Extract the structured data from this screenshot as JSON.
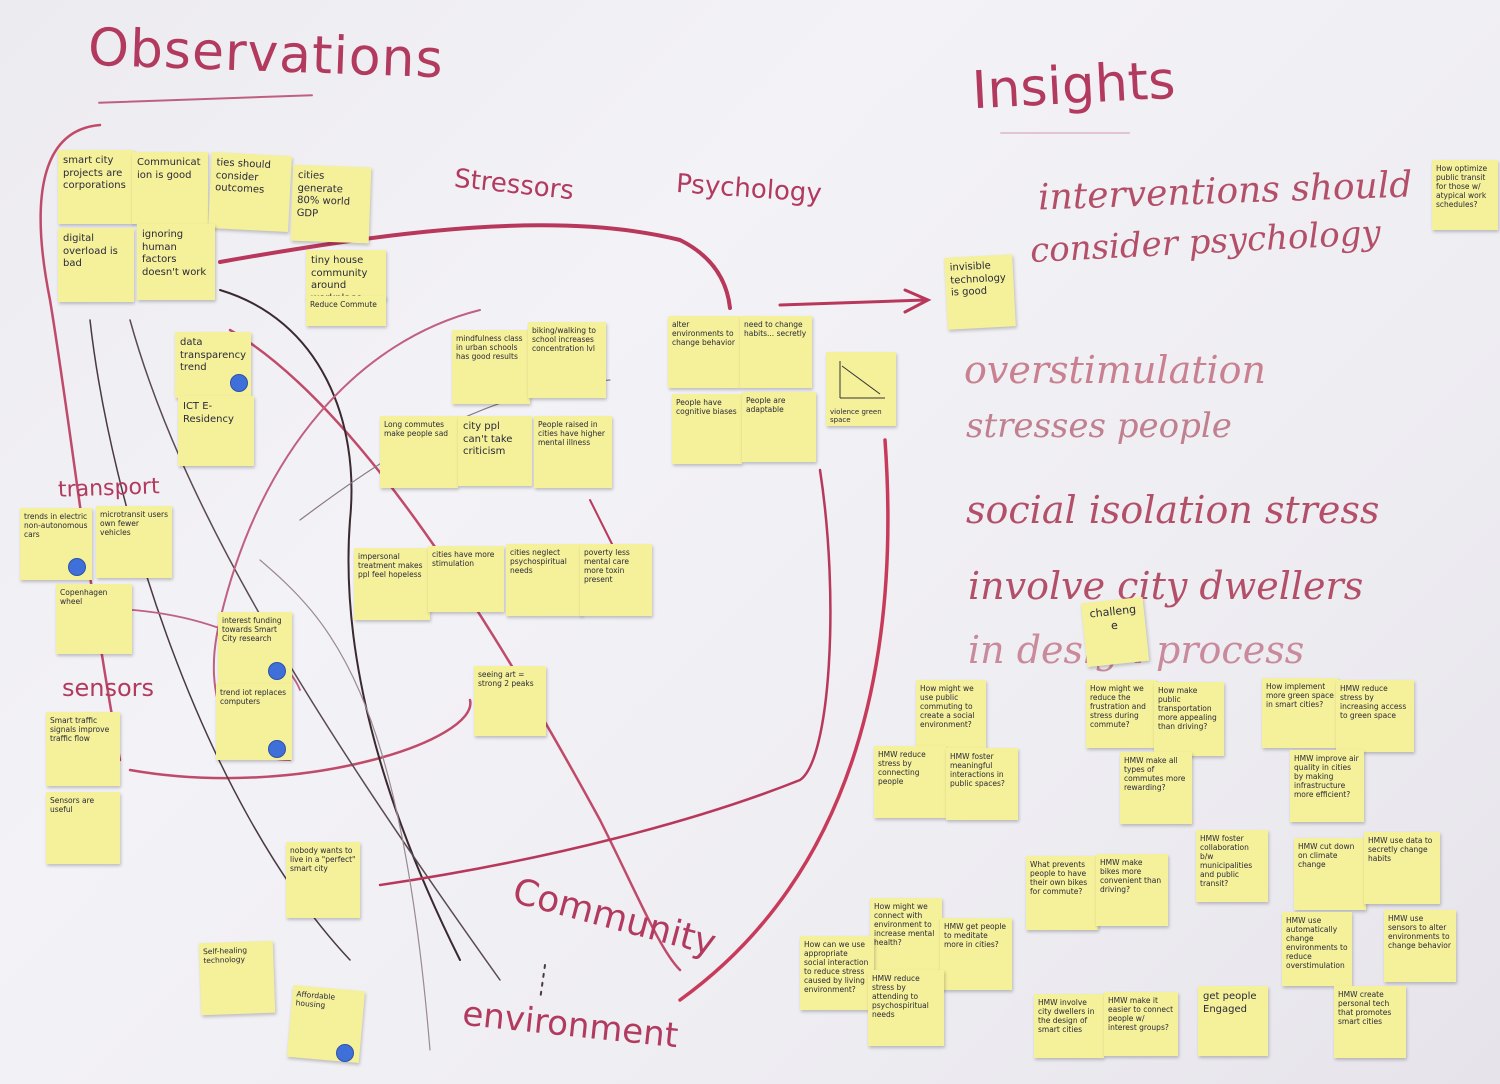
{
  "headings": {
    "observations": "Observations",
    "insights": "Insights",
    "stressors": "Stressors",
    "psychology": "Psychology",
    "transport": "transport",
    "sensors": "sensors",
    "community": "Community",
    "environment": "environment",
    "challenge": "challenge"
  },
  "insights": [
    "interventions should",
    "consider psychology",
    "overstimulation",
    "stresses people",
    "social isolation stress",
    "involve city dwellers",
    "in design process"
  ],
  "notes": [
    "smart city projects are corporations",
    "Communication is good",
    "ties should consider outcomes",
    "cities generate 80% world GDP",
    "digital overload is bad",
    "ignoring human factors doesn't work",
    "tiny house community around workplace",
    "Reduce Commute",
    "data transparency trend",
    "ICT E-Residency",
    "mindfulness class in urban schools has good results",
    "biking/walking to school increases concentration lvl",
    "alter environments to change behavior",
    "need to change habits... secretly",
    "invisible technology is good",
    "Long commutes make people sad",
    "city ppl can't take criticism",
    "People raised in cities have higher mental illness",
    "People have cognitive biases",
    "People are adaptable",
    "violence green space",
    "trends in electric non-autonomous cars",
    "microtransit users own fewer vehicles",
    "Copenhagen wheel",
    "impersonal treatment makes ppl feel hopeless",
    "cities have more stimulation",
    "cities neglect psychospiritual needs",
    "poverty less mental care more toxin present",
    "interest funding towards Smart City research",
    "trend iot replaces computers",
    "seeing art = strong 2 peaks",
    "Smart traffic signals improve traffic flow",
    "Sensors are useful",
    "nobody wants to live in a \"perfect\" smart city",
    "Self-healing technology",
    "Affordable housing",
    "How optimize public transit for those w/ atypical work schedules?",
    "How might we use public commuting to create a social environment?",
    "How might we reduce the frustration and stress during commute?",
    "How make public transportation more appealing than driving?",
    "How implement more green space in smart cities?",
    "HMW reduce stress by increasing access to green space",
    "HMW reduce stress by connecting people",
    "HMW foster meaningful interactions in public spaces?",
    "HMW make all types of commutes more rewarding?",
    "HMW improve air quality in cities by making infrastructure more efficient?",
    "HMW foster collaboration b/w municipalities and public transit?",
    "HMW cut down on climate change",
    "HMW use data to secretly change habits",
    "What prevents people to have their own bikes for commute?",
    "HMW make bikes more convenient than driving?",
    "How might we connect with environment to increase mental health?",
    "HMW get people to meditate more in cities?",
    "How can we use appropriate social interaction to reduce stress caused by living environment?",
    "HMW reduce stress by attending to psychospiritual needs",
    "HMW involve city dwellers in the design of smart cities",
    "HMW make it easier to connect people w/ interest groups?",
    "get people Engaged",
    "HMW use automatically change environments to reduce overstimulation",
    "HMW use sensors to alter environments to change behavior",
    "HMW create personal tech that promotes smart cities"
  ],
  "colors": {
    "marker_red": "#b23a5e",
    "marker_dark": "#3a2a30",
    "sticky": "#f5f09a",
    "dot_blue": "#3f6fd8"
  }
}
